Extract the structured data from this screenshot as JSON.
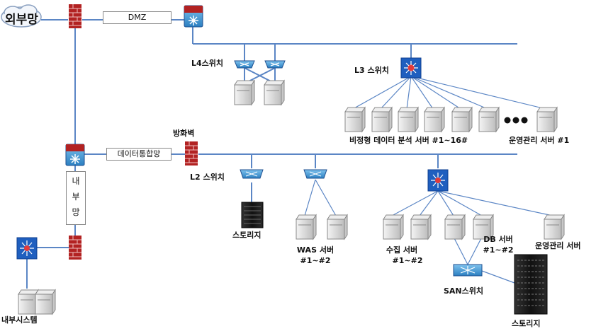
{
  "labels": {
    "external_net": "외부망",
    "dmz": "DMZ",
    "l4_switch": "L4스위치",
    "l3_switch": "L3 스위치",
    "analysis_servers": "비정형 데이터 분석 서버 #1~16#",
    "ops_server_top": "운영관리 서버 #1",
    "firewall": "방화벽",
    "data_net": "데이터통합망",
    "l2_switch": "L2 스위치",
    "storage_left": "스토리지",
    "was_server": "WAS 서버",
    "was_range": "#1~#2",
    "collect_server": "수집 서버",
    "collect_range": "#1~#2",
    "db_server": "DB 서버",
    "db_range": "#1~#2",
    "ops_server_bottom": "운영관리 서버",
    "san_switch": "SAN스위치",
    "storage_right": "스토리지",
    "internal_system": "내부시스템",
    "internal_net_chars": [
      "내",
      "부",
      "망"
    ]
  },
  "colors": {
    "line": "#5b86c5",
    "firewall": "#b22222",
    "switch_blue": "#1f5fbf",
    "router_red": "#e23b3b",
    "server": "#d9d9d9"
  }
}
